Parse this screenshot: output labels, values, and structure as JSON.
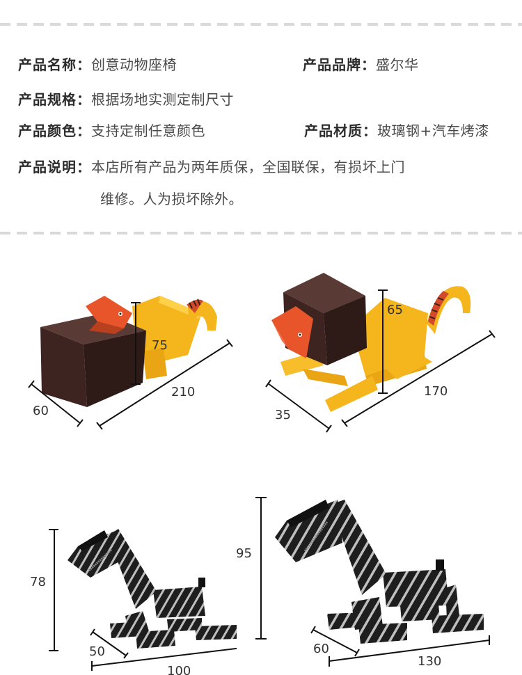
{
  "specs": {
    "name": {
      "label": "产品名称：",
      "value": "创意动物座椅"
    },
    "brand": {
      "label": "产品品牌：",
      "value": "盛尔华"
    },
    "size": {
      "label": "产品规格：",
      "value": "根据场地实测定制尺寸"
    },
    "color": {
      "label": "产品颜色：",
      "value": "支持定制任意颜色"
    },
    "material": {
      "label": "产品材质：",
      "value": "玻璃钢+汽车烤漆"
    },
    "description": {
      "label": "产品说明：",
      "value_line1": "本店所有产品为两年质保，全国联保，有损坏上门",
      "value_line2": "维修。人为损坏除外。"
    }
  },
  "products": [
    {
      "name": "lion-lying-seat",
      "dims": {
        "depth": "60",
        "height": "75",
        "length": "210"
      }
    },
    {
      "name": "lion-sitting-seat",
      "dims": {
        "depth": "35",
        "height": "65",
        "length": "170"
      }
    },
    {
      "name": "zebra-small-seat",
      "dims": {
        "height": "78",
        "depth": "50",
        "length": "100"
      }
    },
    {
      "name": "zebra-large-seat",
      "dims": {
        "height": "95",
        "depth": "60",
        "length": "130"
      }
    }
  ],
  "colors": {
    "brown": "#3d2420",
    "yellow": "#f5b51c",
    "orange": "#e8552a",
    "zebra_black": "#1e1e1e",
    "zebra_stripe": "#bfbfbf",
    "dash": "#d9d9d9"
  }
}
